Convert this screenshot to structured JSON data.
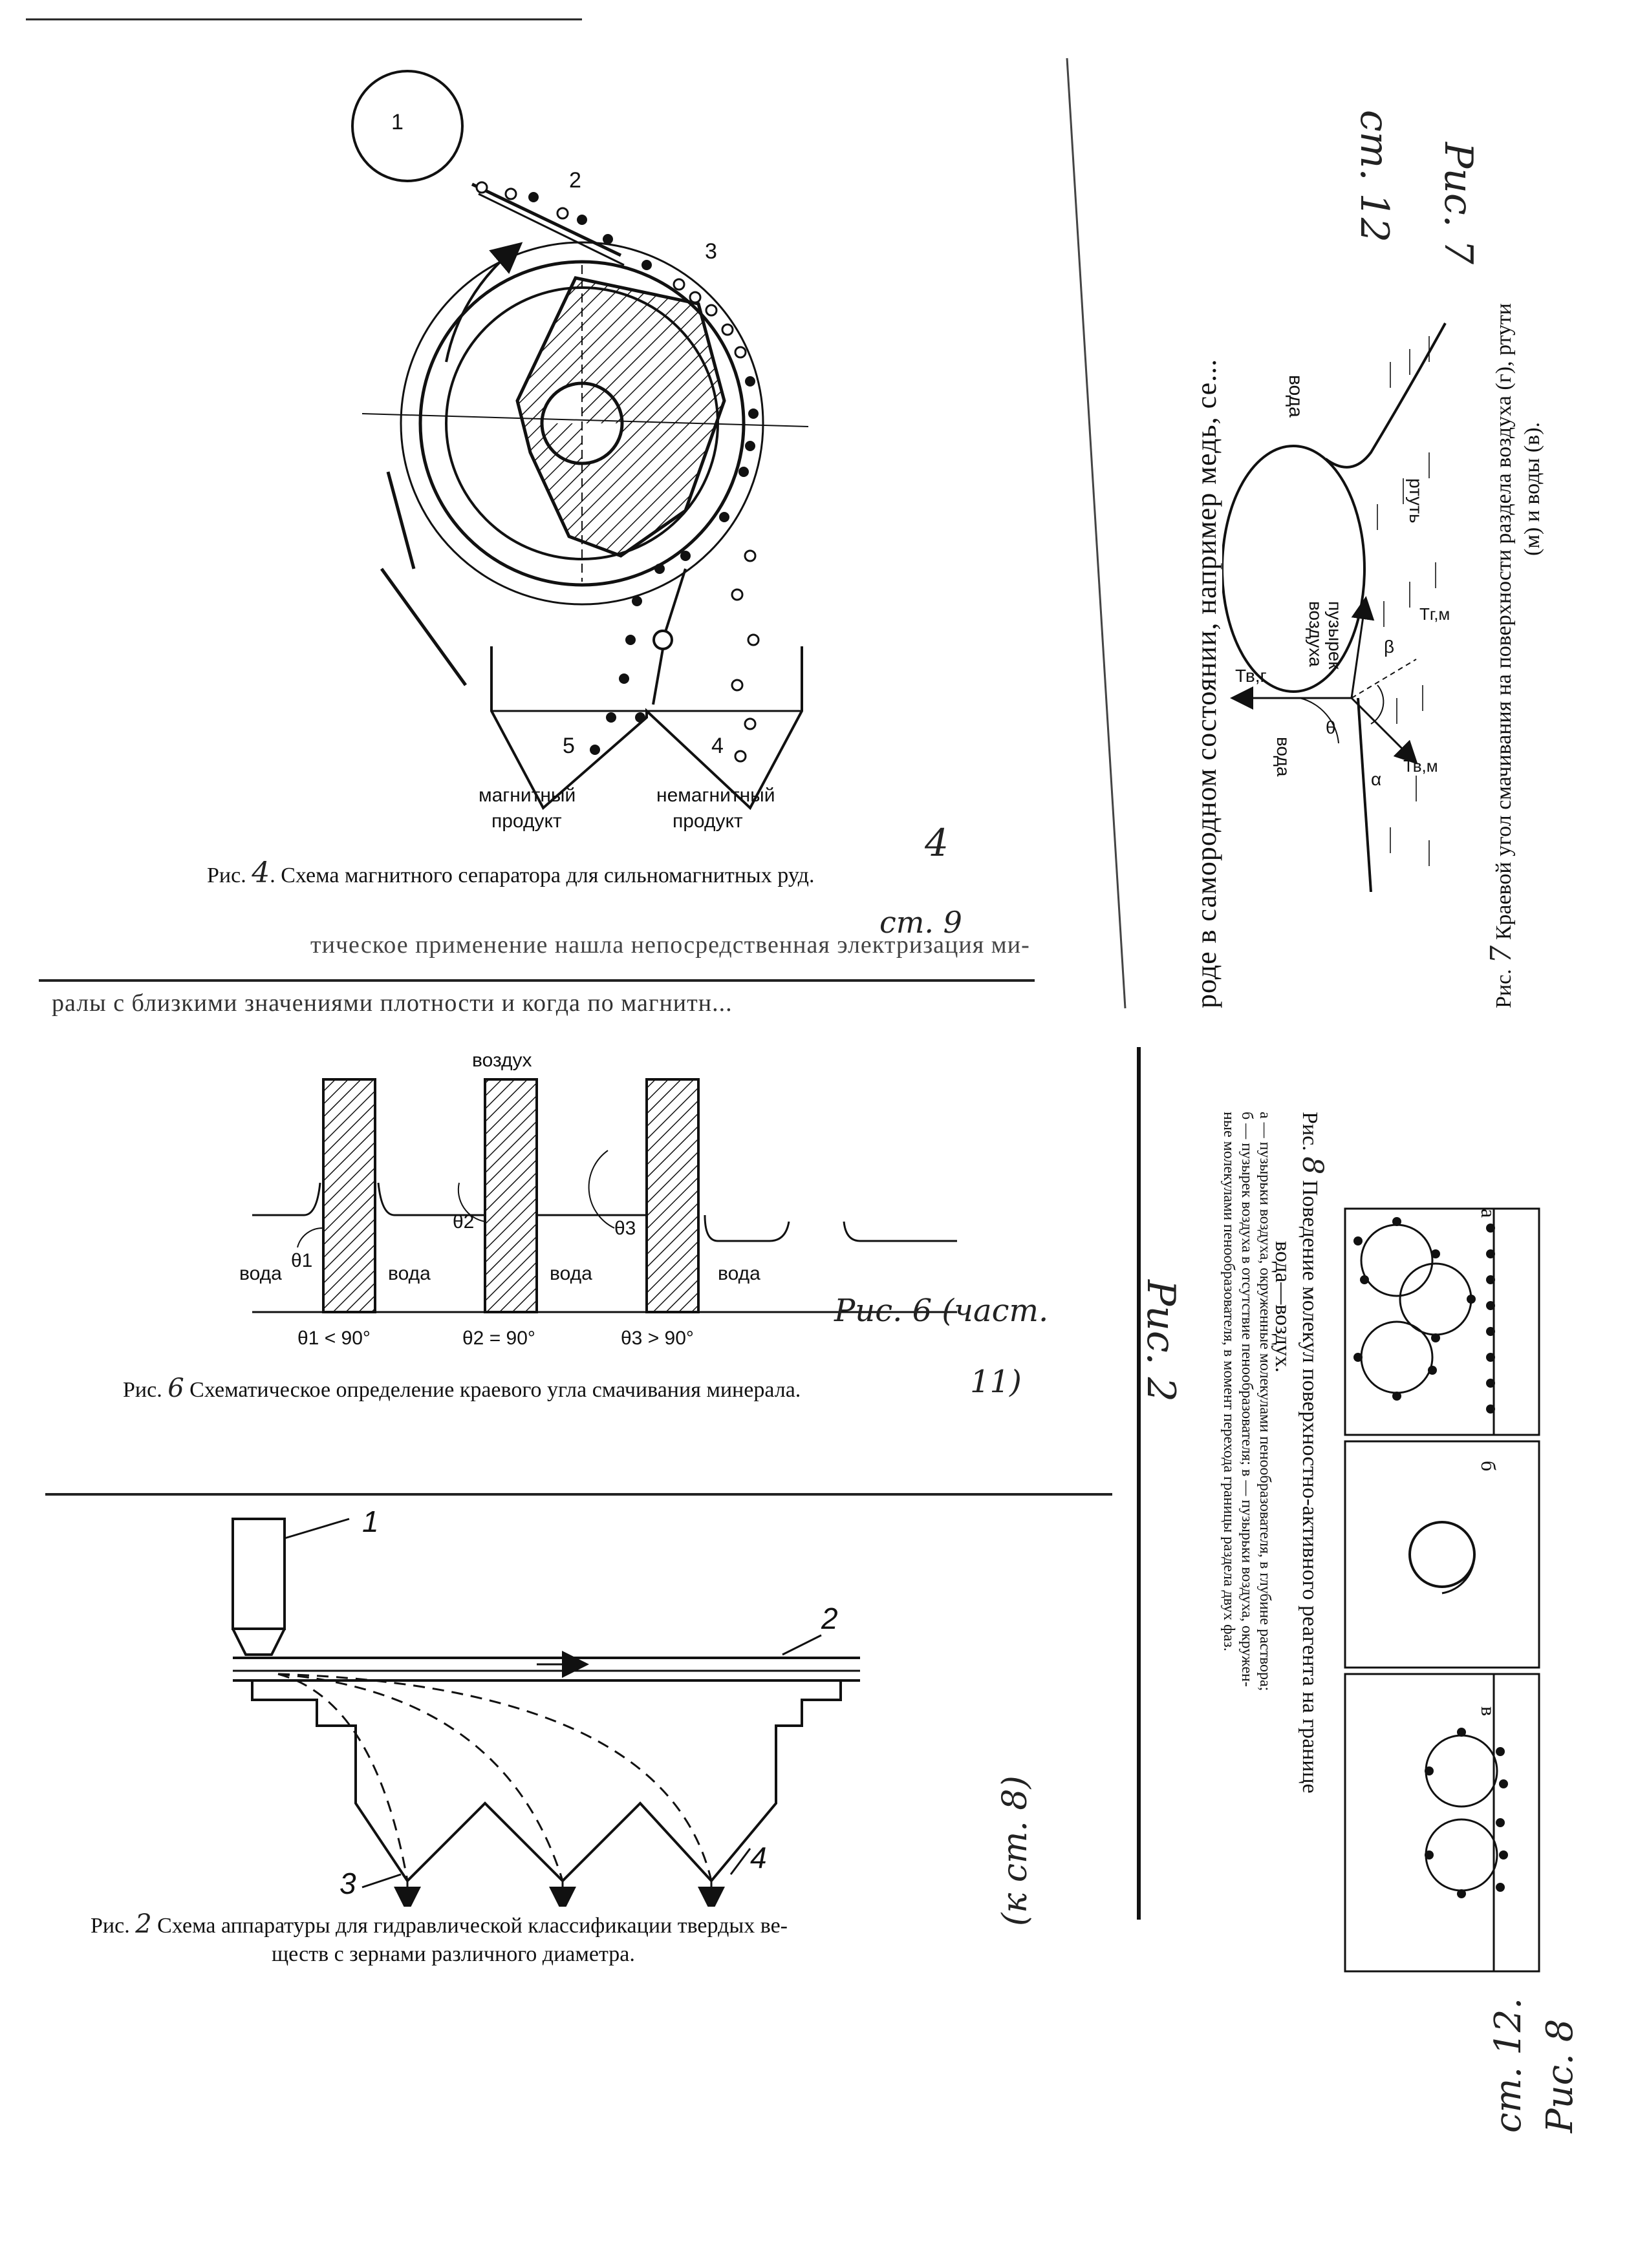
{
  "fig_separator": {
    "caption_prefix": "Рис.",
    "caption_hand": "4",
    "caption_text": "Схема магнитного сепаратора для сильномагнитных руд.",
    "label_1": "1",
    "label_2": "2",
    "label_3": "3",
    "label_4": "4",
    "label_5": "5",
    "magnetic_1": "магнитный",
    "magnetic_2": "продукт",
    "nonmagnetic_1": "немагнитный",
    "nonmagnetic_2": "продукт",
    "hand_note": "ст. 9",
    "hand_mark": "4",
    "text_line_1": "тическое применение нашла непосредственная электризация ми-",
    "text_line_2": "ралы с близкими значениями плотности и когда по магнитн..."
  },
  "fig_contact_angle": {
    "caption_prefix": "Рис.",
    "caption_hand": "6",
    "caption_text": "Схематическое определение краевого угла смачивания минерала.",
    "air": "воздух",
    "water": "вода",
    "theta1": "θ1",
    "theta2": "θ2",
    "theta3": "θ3",
    "cond1": "θ1 < 90°",
    "cond2": "θ2 = 90°",
    "cond3": "θ3 > 90°",
    "hand_note": "Рис. 6 (част.",
    "hand_note2": "11)"
  },
  "fig_hydraulic": {
    "caption_prefix": "Рис.",
    "caption_hand": "2",
    "caption_text_1": "Схема аппаратуры для гидравлической классификации твердых ве-",
    "caption_text_2": "ществ с зернами различного диаметра.",
    "label_1": "1",
    "label_2": "2",
    "label_3": "3",
    "label_4": "4",
    "hand_note": "(к ст. 8)",
    "hand_note_fig": "Рис. 2"
  },
  "rotated_text": {
    "line": "роде в самородном состоянии, например медь, се..."
  },
  "fig_wetting": {
    "caption_prefix": "Рис.",
    "caption_hand": "7",
    "caption_text_1": "Краевой угол смачивания на поверхности раздела воздуха (г), ртути",
    "caption_text_2": "(м) и воды (в).",
    "water_top": "вода",
    "bubble_1": "пузырек",
    "bubble_2": "воздуха",
    "mercury": "ртуть",
    "water_side": "вода",
    "t_vg": "Тв,г",
    "t_gm": "Тг,м",
    "t_vm": "Тв,м",
    "theta": "θ",
    "alpha": "α",
    "beta": "β",
    "hand_note": "ст. 12",
    "hand_note2": "Рис. 7"
  },
  "fig_molecules": {
    "caption_prefix": "Рис.",
    "caption_hand": "8",
    "caption_text_1": "Поведение молекул поверхностно-активного реагента на границе",
    "caption_text_2": "вода—воздух.",
    "legend_1": "а — пузырьки воздуха, окруженные молекулами пенообразователя, в глубине раствора;",
    "legend_2": "б — пузырек воздуха в отсутствие пенообразователя; в — пузырьки воздуха, окружен-",
    "legend_3": "ные молекулами пенообразователя, в момент перехода границы раздела двух фаз.",
    "panel_a": "а",
    "panel_b": "б",
    "panel_c": "в",
    "hand_note": "Рис. 8",
    "hand_note2": "ст. 12."
  }
}
